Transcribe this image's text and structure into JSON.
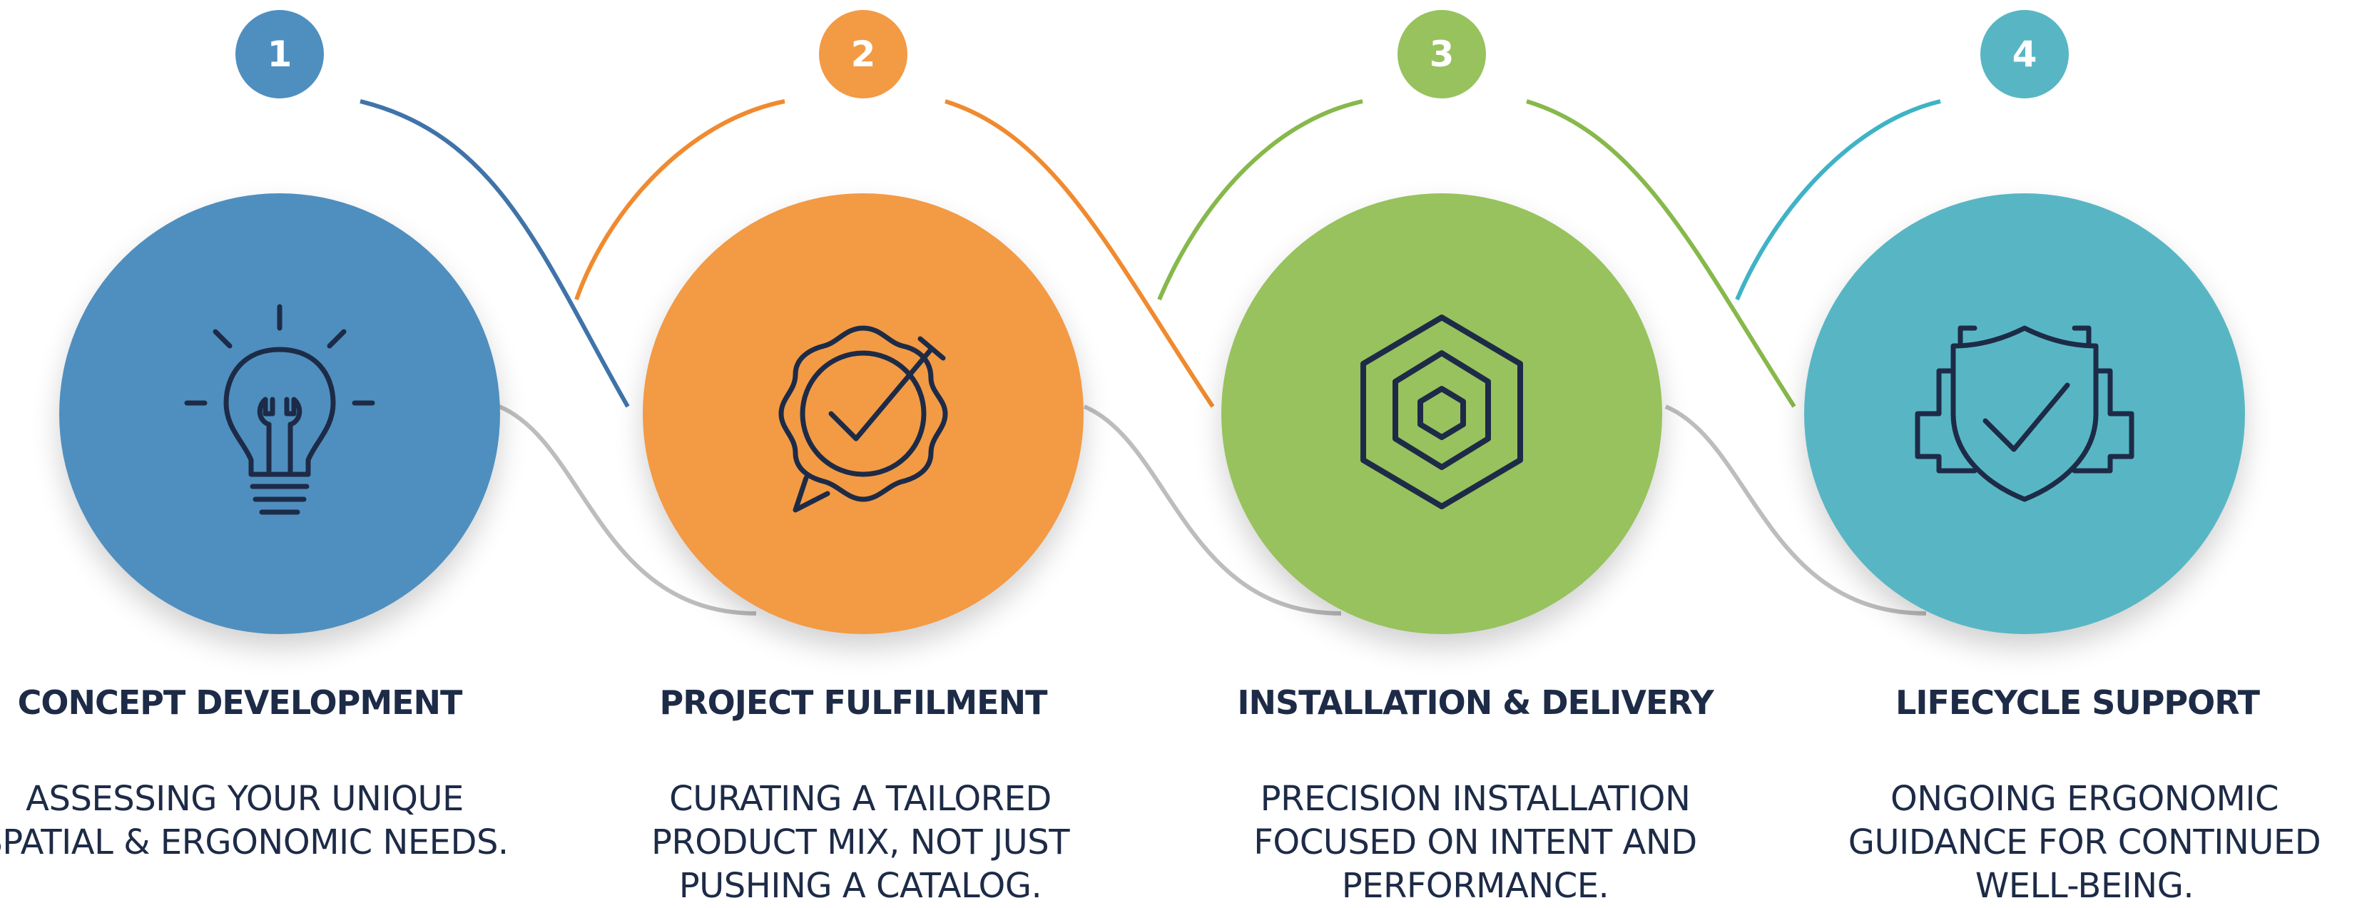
{
  "steps": [
    {
      "number": "1",
      "title": "CONCEPT DEVELOPMENT",
      "description": "ASSESSING YOUR UNIQUE SPATIAL & ERGONOMIC NEEDS.",
      "icon": "lightbulb-icon",
      "color": "#4f8fbf"
    },
    {
      "number": "2",
      "title": "PROJECT FULFILMENT",
      "description": "CURATING A TAILORED PRODUCT MIX, NOT JUST PUSHING A CATALOG.",
      "icon": "badge-check-icon",
      "color": "#f39a45"
    },
    {
      "number": "3",
      "title": "INSTALLATION & DELIVERY",
      "description": "PRECISION INSTALLATION FOCUSED ON INTENT AND PERFORMANCE.",
      "icon": "hexagon-nut-icon",
      "color": "#97c25d"
    },
    {
      "number": "4",
      "title": "LIFECYCLE SUPPORT",
      "description": "ONGOING ERGONOMIC GUIDANCE FOR CONTINUED WELL-BEING.",
      "icon": "shield-check-icon",
      "color": "#58b6c4"
    }
  ]
}
